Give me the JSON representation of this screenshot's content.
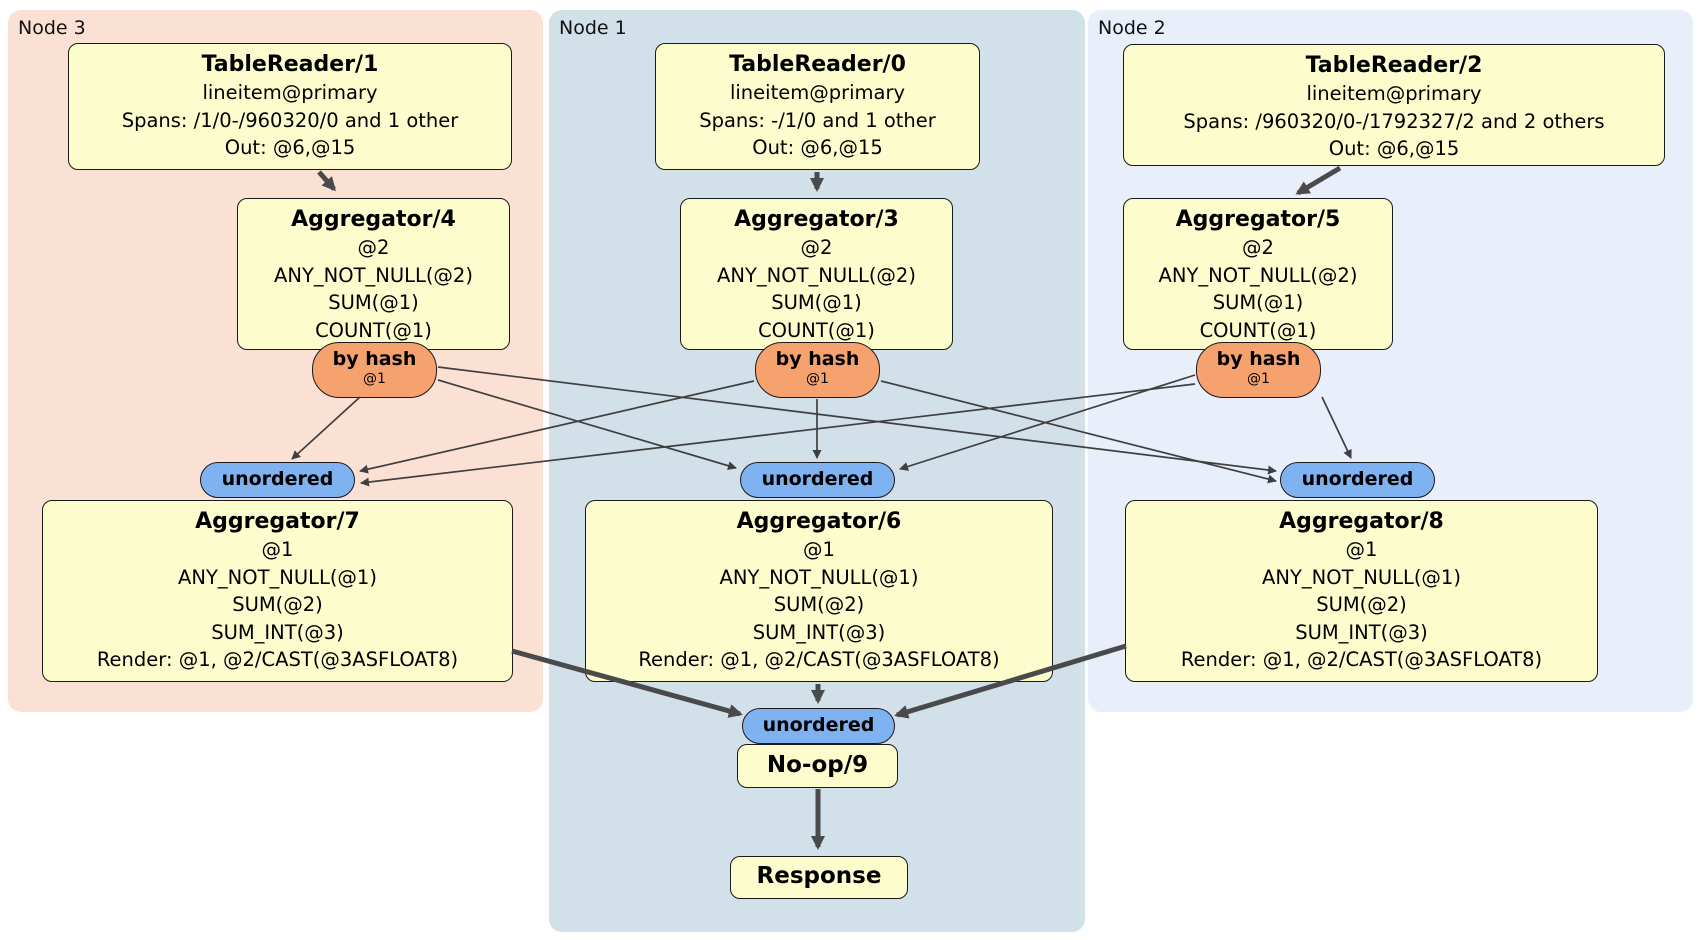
{
  "diagram": {
    "kind": "distributed-sql-plan",
    "nodes": {
      "node3": {
        "label": "Node 3",
        "table_reader": {
          "title": "TableReader/1",
          "lines": [
            "lineitem@primary",
            "Spans: /1/0-/960320/0 and 1 other",
            "Out: @6,@15"
          ]
        },
        "aggregator_top": {
          "title": "Aggregator/4",
          "lines": [
            "@2",
            "ANY_NOT_NULL(@2)",
            "SUM(@1)",
            "COUNT(@1)"
          ]
        },
        "hash_router": {
          "title": "by hash",
          "subtitle": "@1"
        },
        "stream": {
          "label": "unordered"
        },
        "aggregator_bottom": {
          "title": "Aggregator/7",
          "lines": [
            "@1",
            "ANY_NOT_NULL(@1)",
            "SUM(@2)",
            "SUM_INT(@3)",
            "Render: @1, @2/CAST(@3ASFLOAT8)"
          ]
        }
      },
      "node1": {
        "label": "Node 1",
        "table_reader": {
          "title": "TableReader/0",
          "lines": [
            "lineitem@primary",
            "Spans: -/1/0 and 1 other",
            "Out: @6,@15"
          ]
        },
        "aggregator_top": {
          "title": "Aggregator/3",
          "lines": [
            "@2",
            "ANY_NOT_NULL(@2)",
            "SUM(@1)",
            "COUNT(@1)"
          ]
        },
        "hash_router": {
          "title": "by hash",
          "subtitle": "@1"
        },
        "stream": {
          "label": "unordered"
        },
        "aggregator_bottom": {
          "title": "Aggregator/6",
          "lines": [
            "@1",
            "ANY_NOT_NULL(@1)",
            "SUM(@2)",
            "SUM_INT(@3)",
            "Render: @1, @2/CAST(@3ASFLOAT8)"
          ]
        }
      },
      "node2": {
        "label": "Node 2",
        "table_reader": {
          "title": "TableReader/2",
          "lines": [
            "lineitem@primary",
            "Spans: /960320/0-/1792327/2 and 2 others",
            "Out: @6,@15"
          ]
        },
        "aggregator_top": {
          "title": "Aggregator/5",
          "lines": [
            "@2",
            "ANY_NOT_NULL(@2)",
            "SUM(@1)",
            "COUNT(@1)"
          ]
        },
        "hash_router": {
          "title": "by hash",
          "subtitle": "@1"
        },
        "stream": {
          "label": "unordered"
        },
        "aggregator_bottom": {
          "title": "Aggregator/8",
          "lines": [
            "@1",
            "ANY_NOT_NULL(@1)",
            "SUM(@2)",
            "SUM_INT(@3)",
            "Render: @1, @2/CAST(@3ASFLOAT8)"
          ]
        }
      }
    },
    "sink": {
      "stream_label": "unordered",
      "noop_title": "No-op/9",
      "response_title": "Response"
    },
    "colors": {
      "node3_bg": "#fbe1d4",
      "node1_bg": "#d2e0e9",
      "node2_bg": "#e9eefb",
      "processor_box_bg": "#fcfccd",
      "hash_router_bg": "#f6a26e",
      "stream_oval_bg": "#7eb2f1",
      "edge": "#4a4a4a",
      "border": "#1a1a1a"
    }
  }
}
